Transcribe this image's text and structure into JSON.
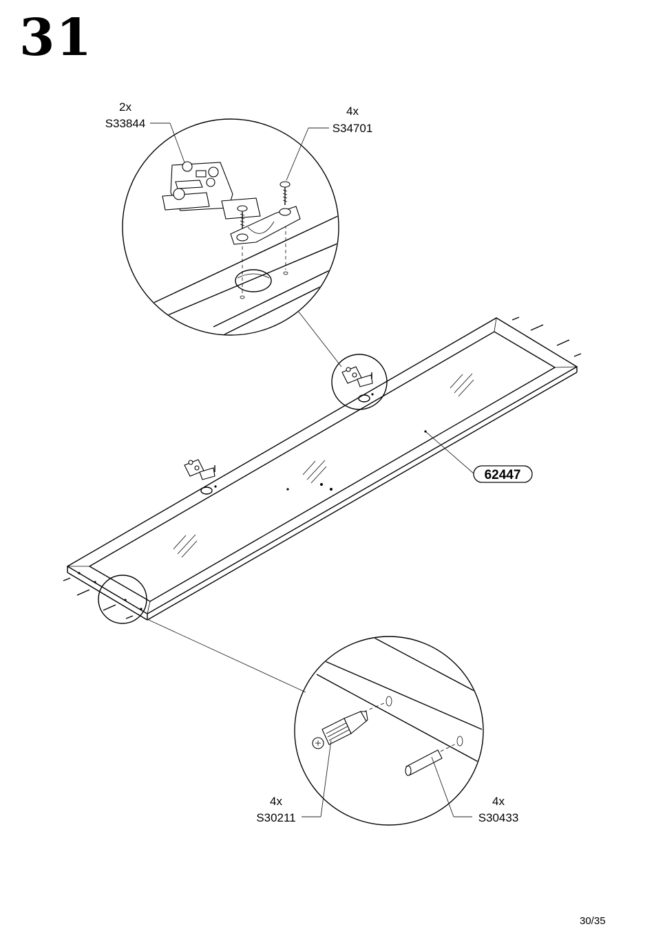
{
  "step": {
    "number": "31"
  },
  "page": {
    "number": "30/35"
  },
  "parts": {
    "hinge": {
      "qty": "2x",
      "code": "S33844"
    },
    "screw": {
      "qty": "4x",
      "code": "S34701"
    },
    "connector": {
      "qty": "4x",
      "code": "S30211"
    },
    "dowel": {
      "qty": "4x",
      "code": "S30433"
    },
    "panel": {
      "code": "62447"
    }
  }
}
